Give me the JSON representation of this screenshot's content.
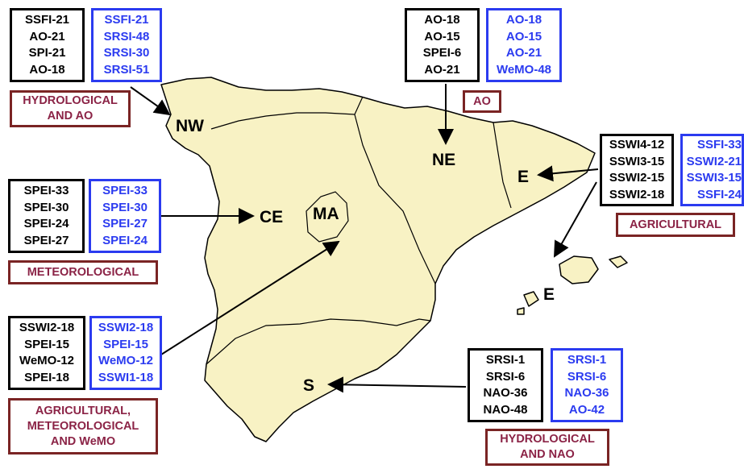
{
  "regions": {
    "nw": "NW",
    "ne": "NE",
    "ce": "CE",
    "ma": "MA",
    "e_mainland": "E",
    "e_islands": "E",
    "s": "S"
  },
  "boxes": {
    "nw_black": [
      "SSFI-21",
      "AO-21",
      "SPI-21",
      "AO-18"
    ],
    "nw_blue": [
      "SSFI-21",
      "SRSI-48",
      "SRSI-30",
      "SRSI-51"
    ],
    "ne_black": [
      "AO-18",
      "AO-15",
      "SPEI-6",
      "AO-21"
    ],
    "ne_blue": [
      "AO-18",
      "AO-15",
      "AO-21",
      "WeMO-48"
    ],
    "ce_black": [
      "SPEI-33",
      "SPEI-30",
      "SPEI-24",
      "SPEI-27"
    ],
    "ce_blue": [
      "SPEI-33",
      "SPEI-30",
      "SPEI-27",
      "SPEI-24"
    ],
    "e_black": [
      "SSWI4-12",
      "SSWI3-15",
      "SSWI2-15",
      "SSWI2-18"
    ],
    "e_blue": [
      "SSFI-33",
      "SSWI2-21",
      "SSWI3-15",
      "SSFI-24"
    ],
    "ma_black": [
      "SSWI2-18",
      "SPEI-15",
      "WeMO-12",
      "SPEI-18"
    ],
    "ma_blue": [
      "SSWI2-18",
      "SPEI-15",
      "WeMO-12",
      "SSWI1-18"
    ],
    "s_black": [
      "SRSI-1",
      "SRSI-6",
      "NAO-36",
      "NAO-48"
    ],
    "s_blue": [
      "SRSI-1",
      "SRSI-6",
      "NAO-36",
      "AO-42"
    ]
  },
  "labels": {
    "nw": [
      "HYDROLOGICAL",
      "AND AO"
    ],
    "ne": [
      "AO"
    ],
    "ce": [
      "METEOROLOGICAL"
    ],
    "e": [
      "AGRICULTURAL"
    ],
    "ma": [
      "AGRICULTURAL,",
      "METEOROLOGICAL",
      "AND WeMO"
    ],
    "s": [
      "HYDROLOGICAL",
      "AND NAO"
    ]
  },
  "colors": {
    "land": "#f8f2c4",
    "border": "#000000",
    "blue_box": "#2b3bf0",
    "label_text": "#8b2346",
    "label_border": "#7a2424"
  }
}
